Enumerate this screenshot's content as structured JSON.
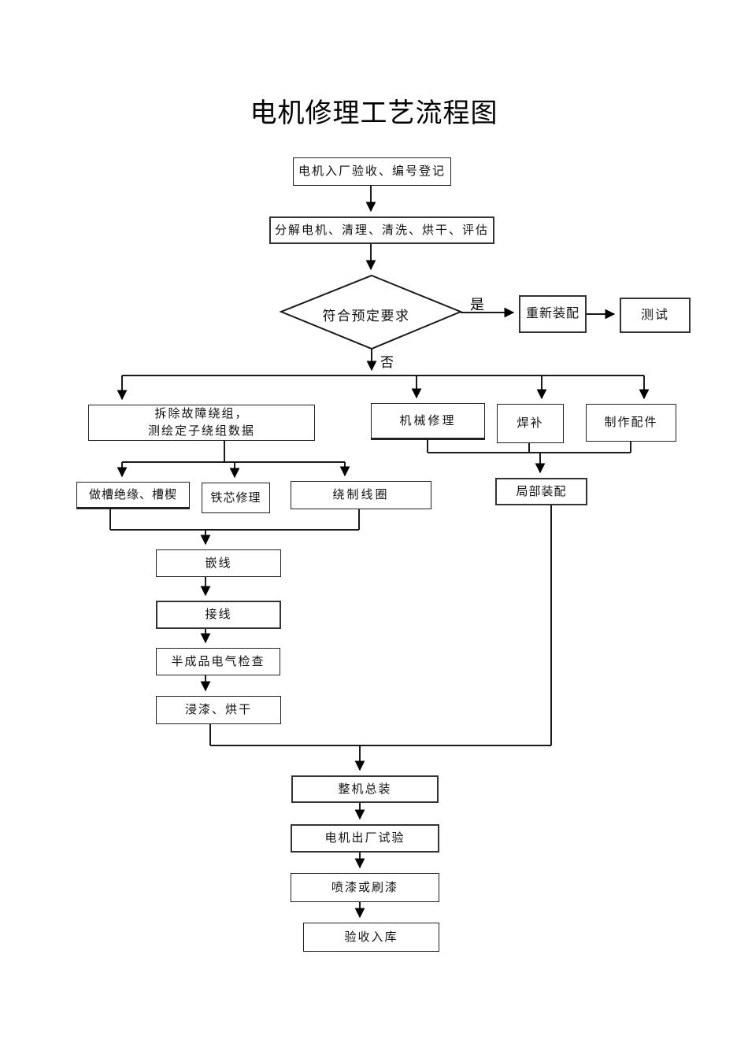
{
  "title": "电机修理工艺流程图",
  "flow": {
    "intake": "电机入厂验收、编号登记",
    "disassemble": "分解电机、清理、清洗、烘干、评估",
    "decision": "符合预定要求",
    "yes_label": "是",
    "no_label": "否",
    "reassemble": "重新装配",
    "test": "测试",
    "remove_windings_line1": "拆除故障绕组，",
    "remove_windings_line2": "测绘定子绕组数据",
    "mechanical_repair": "机械修理",
    "welding": "焊补",
    "make_parts": "制作配件",
    "slot_insulation": "做槽绝缘、槽楔",
    "core_repair": "铁芯修理",
    "coil_winding": "绕制线圈",
    "partial_assembly": "局部装配",
    "insert_winding": "嵌线",
    "wiring": "接线",
    "electrical_check": "半成品电气检查",
    "dip_paint_dry": "浸漆、烘干",
    "final_assembly": "整机总装",
    "factory_test": "电机出厂试验",
    "painting": "喷漆或刷漆",
    "acceptance_storage": "验收入库"
  },
  "colors": {
    "background": "#ffffff",
    "line": "#000000",
    "text": "#111111"
  }
}
